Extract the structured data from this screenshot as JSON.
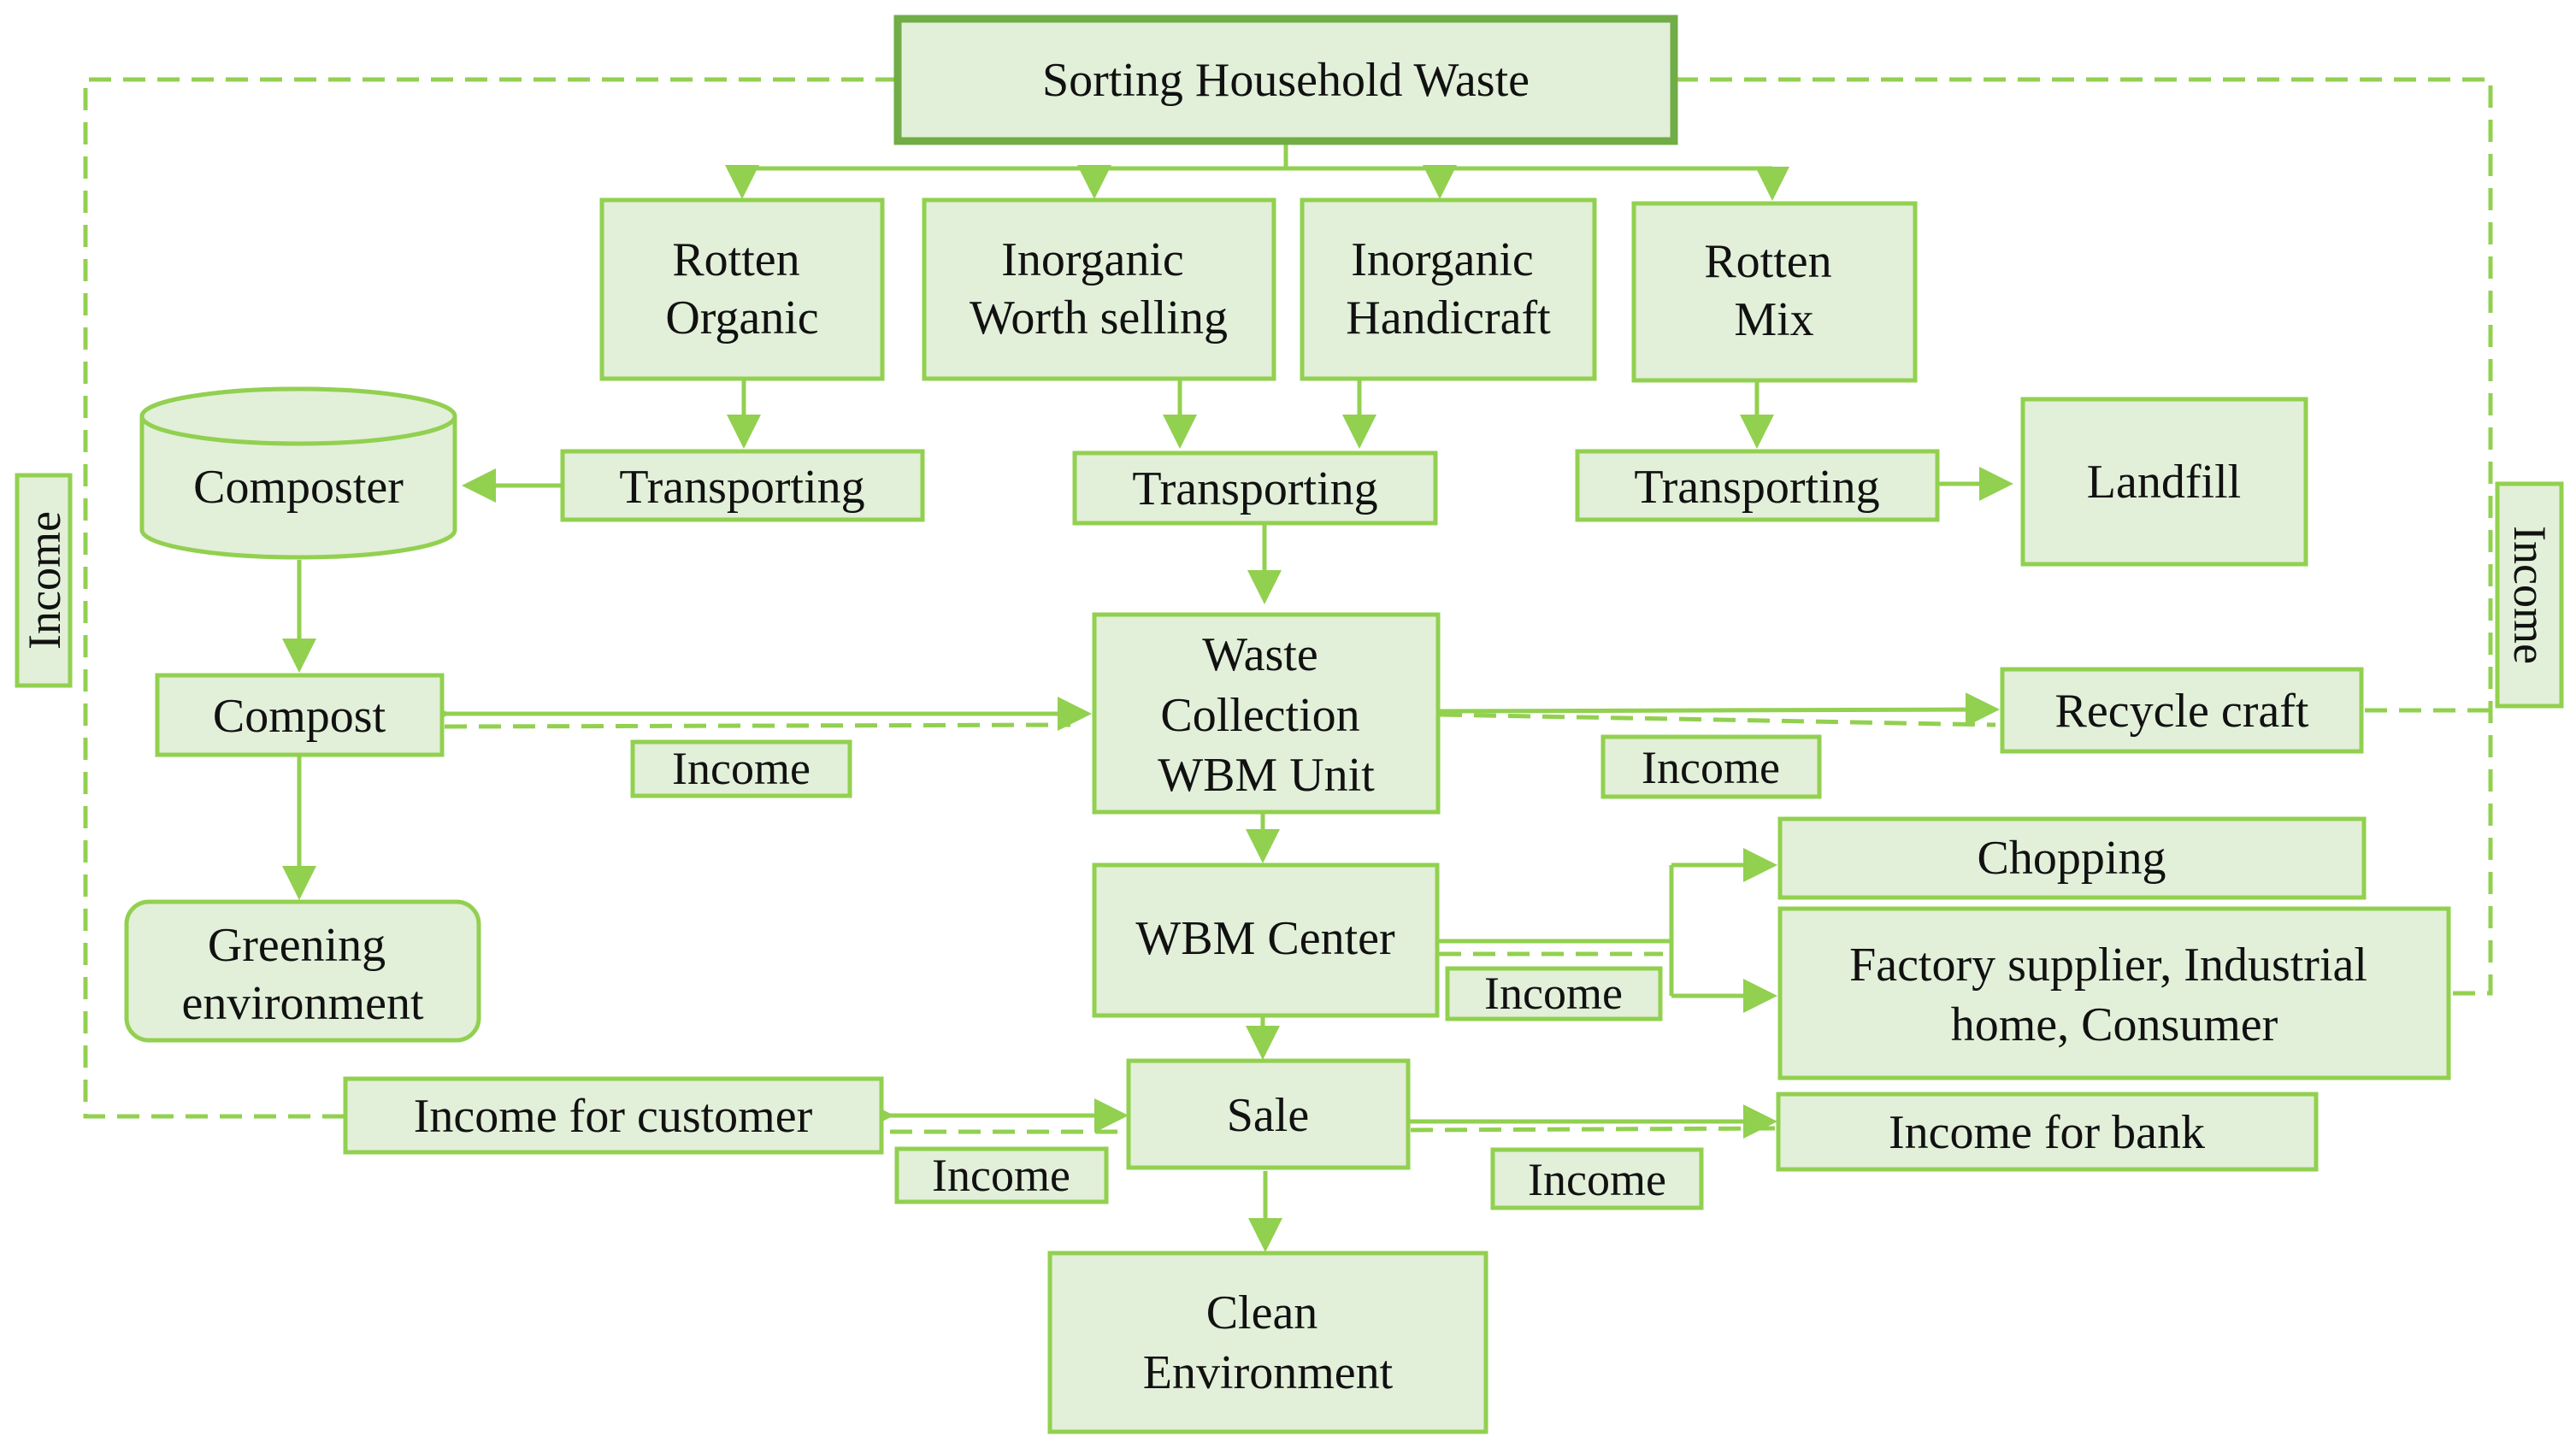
{
  "nodes": {
    "sorting": "Sorting Household Waste",
    "rotten_organic": [
      "Rotten",
      "Organic"
    ],
    "inorganic_worth": [
      "Inorganic",
      "Worth selling"
    ],
    "inorganic_handicraft": [
      "Inorganic",
      "Handicraft"
    ],
    "rotten_mix": [
      "Rotten",
      "Mix"
    ],
    "composter": "Composter",
    "transporting_1": "Transporting",
    "transporting_2": "Transporting",
    "transporting_3": "Transporting",
    "landfill": "Landfill",
    "compost": "Compost",
    "waste_collection": [
      "Waste",
      "Collection",
      "WBM Unit"
    ],
    "recycle_craft": "Recycle craft",
    "greening": [
      "Greening",
      "environment"
    ],
    "wbm_center": "WBM Center",
    "chopping": "Chopping",
    "factory": [
      "Factory supplier, Industrial",
      "home, Consumer"
    ],
    "sale": "Sale",
    "income_customer": "Income for customer",
    "income_bank": "Income for bank",
    "clean_env": [
      "Clean",
      "Environment"
    ]
  },
  "income_labels": {
    "left_vertical": "Income",
    "right_vertical": "Income",
    "compost": "Income",
    "recycle": "Income",
    "wbm_center": "Income",
    "customer": "Income",
    "bank": "Income"
  },
  "colors": {
    "box_fill": "#e2efd9",
    "box_stroke": "#92d050",
    "box_stroke_strong": "#70ad47",
    "text": "#111111"
  }
}
